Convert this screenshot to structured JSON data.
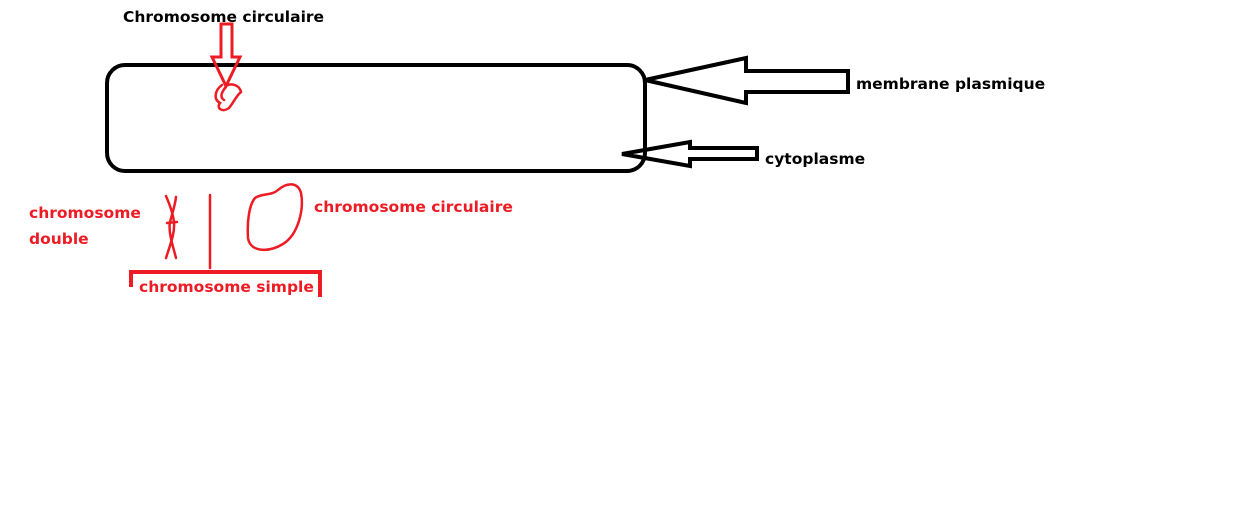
{
  "labels": {
    "top_title": "Chromosome circulaire",
    "membrane": "membrane plasmique",
    "cytoplasm": "cytoplasme",
    "double_line1": "chromosome",
    "double_line2": "double",
    "circular": "chromosome circulaire",
    "simple": "chromosome simple"
  },
  "colors": {
    "ink": "#000000",
    "red": "#ed1c24",
    "background": "#ffffff"
  }
}
